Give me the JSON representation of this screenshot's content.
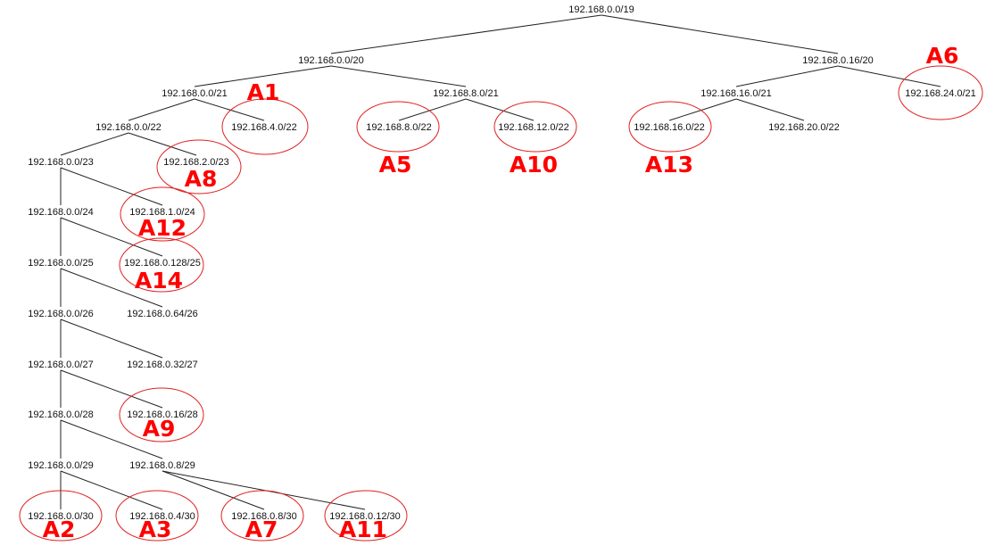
{
  "colors": {
    "edge": "#222222",
    "text": "#111111",
    "highlight": "#e02020",
    "tag": "#ff0000"
  },
  "nodes": [
    {
      "id": "n19",
      "label": "192.168.0.0/19"
    },
    {
      "id": "n20a",
      "label": "192.168.0.0/20"
    },
    {
      "id": "n20b",
      "label": "192.168.0.16/20"
    },
    {
      "id": "n21a",
      "label": "192.168.0.0/21"
    },
    {
      "id": "n21b",
      "label": "192.168.8.0/21"
    },
    {
      "id": "n21c",
      "label": "192.168.16.0/21"
    },
    {
      "id": "n21d",
      "label": "192.168.24.0/21"
    },
    {
      "id": "n22a",
      "label": "192.168.0.0/22"
    },
    {
      "id": "n22b",
      "label": "192.168.4.0/22"
    },
    {
      "id": "n22c",
      "label": "192.168.8.0/22"
    },
    {
      "id": "n22d",
      "label": "192.168.12.0/22"
    },
    {
      "id": "n22e",
      "label": "192.168.16.0/22"
    },
    {
      "id": "n22f",
      "label": "192.168.20.0/22"
    },
    {
      "id": "n23a",
      "label": "192.168.0.0/23"
    },
    {
      "id": "n23b",
      "label": "192.168.2.0/23"
    },
    {
      "id": "n24a",
      "label": "192.168.0.0/24"
    },
    {
      "id": "n24b",
      "label": "192.168.1.0/24"
    },
    {
      "id": "n25a",
      "label": "192.168.0.0/25"
    },
    {
      "id": "n25b",
      "label": "192.168.0.128/25"
    },
    {
      "id": "n26a",
      "label": "192.168.0.0/26"
    },
    {
      "id": "n26b",
      "label": "192.168.0.64/26"
    },
    {
      "id": "n27a",
      "label": "192.168.0.0/27"
    },
    {
      "id": "n27b",
      "label": "192.168.0.32/27"
    },
    {
      "id": "n28a",
      "label": "192.168.0.0/28"
    },
    {
      "id": "n28b",
      "label": "192.168.0.16/28"
    },
    {
      "id": "n29a",
      "label": "192.168.0.0/29"
    },
    {
      "id": "n29b",
      "label": "192.168.0.8/29"
    },
    {
      "id": "n30a",
      "label": "192.168.0.0/30"
    },
    {
      "id": "n30b",
      "label": "192.168.0.4/30"
    },
    {
      "id": "n30c",
      "label": "192.168.0.8/30"
    },
    {
      "id": "n30d",
      "label": "192.168.0.12/30"
    }
  ],
  "edges": [
    [
      "n19",
      "n20a"
    ],
    [
      "n19",
      "n20b"
    ],
    [
      "n20a",
      "n21a"
    ],
    [
      "n20a",
      "n21b"
    ],
    [
      "n20b",
      "n21c"
    ],
    [
      "n20b",
      "n21d"
    ],
    [
      "n21a",
      "n22a"
    ],
    [
      "n21a",
      "n22b"
    ],
    [
      "n21b",
      "n22c"
    ],
    [
      "n21b",
      "n22d"
    ],
    [
      "n21c",
      "n22e"
    ],
    [
      "n21c",
      "n22f"
    ],
    [
      "n22a",
      "n23a"
    ],
    [
      "n22a",
      "n23b"
    ],
    [
      "n23a",
      "n24a"
    ],
    [
      "n23a",
      "n24b"
    ],
    [
      "n24a",
      "n25a"
    ],
    [
      "n24a",
      "n25b"
    ],
    [
      "n25a",
      "n26a"
    ],
    [
      "n25a",
      "n26b"
    ],
    [
      "n26a",
      "n27a"
    ],
    [
      "n26a",
      "n27b"
    ],
    [
      "n27a",
      "n28a"
    ],
    [
      "n27a",
      "n28b"
    ],
    [
      "n28a",
      "n29a"
    ],
    [
      "n28a",
      "n29b"
    ],
    [
      "n29a",
      "n30a"
    ],
    [
      "n29a",
      "n30b"
    ],
    [
      "n29b",
      "n30c"
    ],
    [
      "n29b",
      "n30d"
    ]
  ],
  "assignments": [
    {
      "node": "n22b",
      "tag": "A1"
    },
    {
      "node": "n30a",
      "tag": "A2"
    },
    {
      "node": "n30b",
      "tag": "A3"
    },
    {
      "node": "n22c",
      "tag": "A5"
    },
    {
      "node": "n21d",
      "tag": "A6"
    },
    {
      "node": "n30c",
      "tag": "A7"
    },
    {
      "node": "n23b",
      "tag": "A8"
    },
    {
      "node": "n28b",
      "tag": "A9"
    },
    {
      "node": "n22d",
      "tag": "A10"
    },
    {
      "node": "n30d",
      "tag": "A11"
    },
    {
      "node": "n24b",
      "tag": "A12"
    },
    {
      "node": "n22e",
      "tag": "A13"
    },
    {
      "node": "n25b",
      "tag": "A14"
    }
  ]
}
